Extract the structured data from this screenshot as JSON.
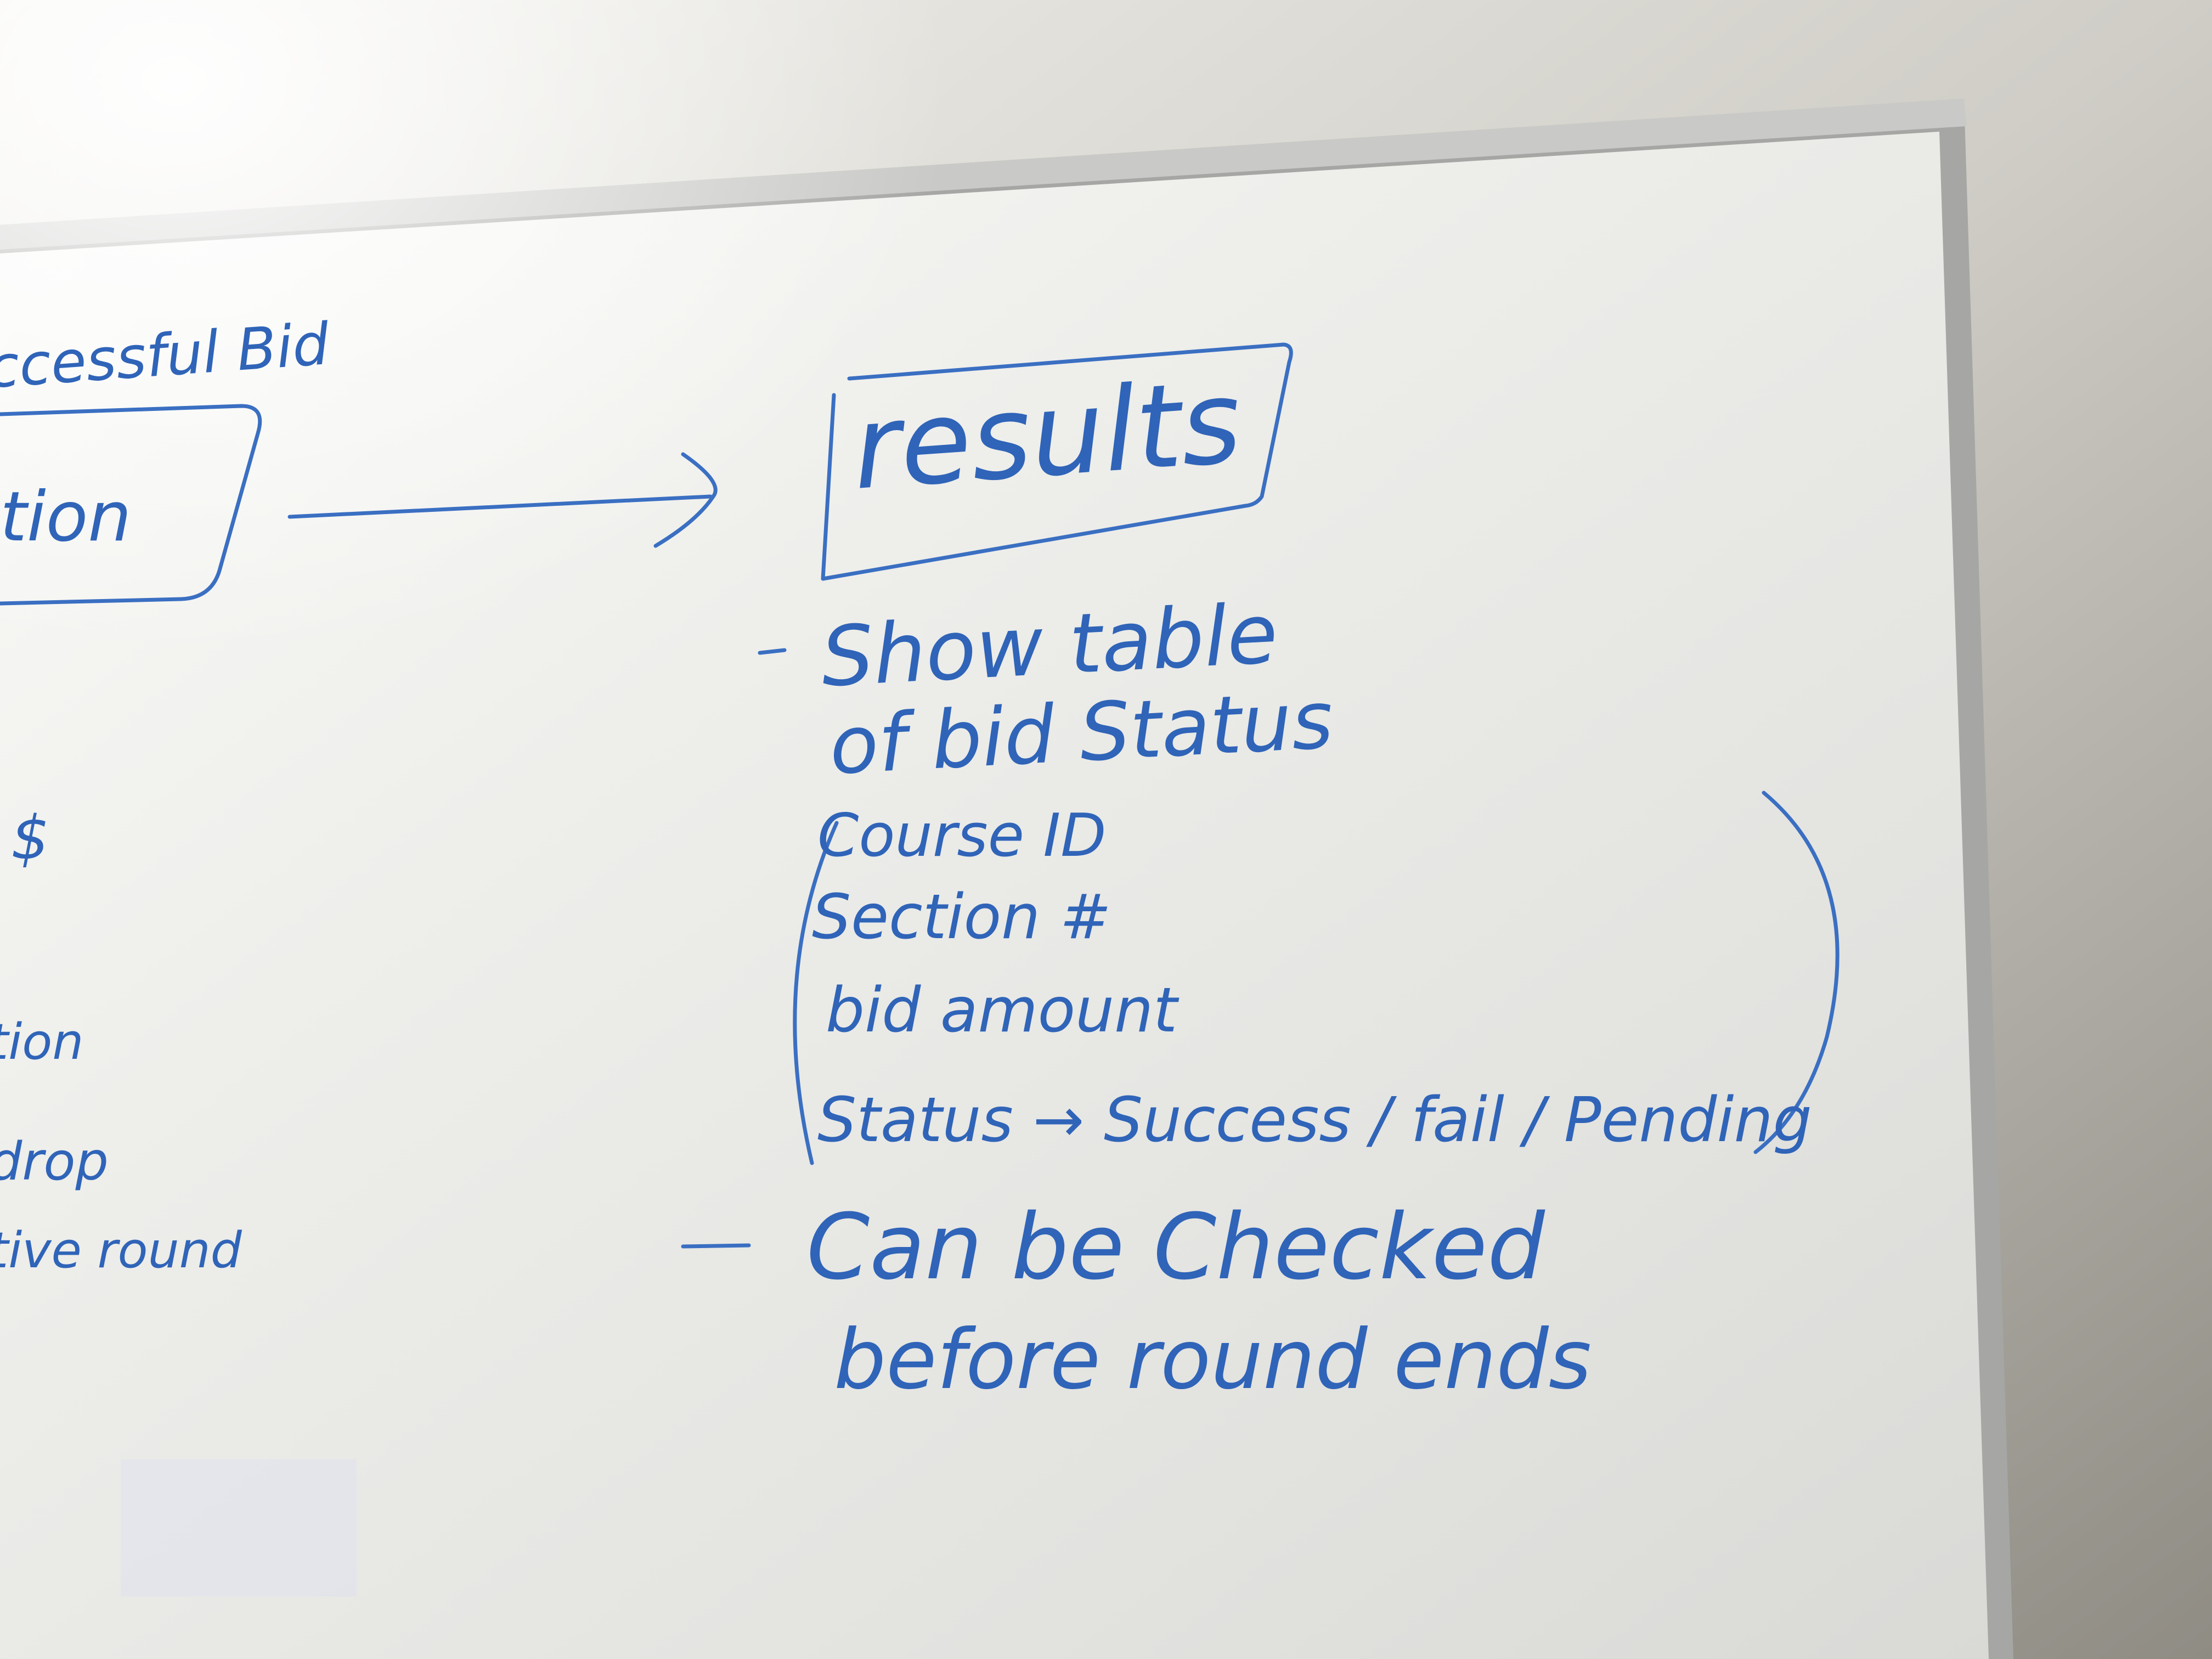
{
  "colors": {
    "marker_ink": "#2f64b8",
    "wall": "#d8d6d0",
    "board": "#f2f2ef",
    "frame": "#a9aaa8"
  },
  "left_partial": {
    "top_label": "ccessful Bid",
    "box_text": "tion",
    "dollar": "$",
    "line_tion": "tion",
    "line_drop": "drop",
    "line_round": "tive round"
  },
  "results": {
    "title": "results",
    "notes": [
      "Show table",
      "of bid Status"
    ],
    "fields": [
      "Course ID",
      "Section #",
      "bid amount",
      "Status → Success / fail / Pending"
    ],
    "footnote": [
      "Can be Checked",
      "before round ends"
    ]
  }
}
